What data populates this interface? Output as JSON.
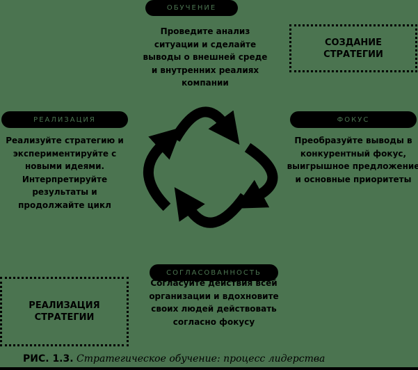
{
  "stages": {
    "learning": {
      "label": "ОБУЧЕНИЕ",
      "text": "Проведите анализ ситуации и сделайте выводы о внешней среде и внутренних реалиях компании"
    },
    "focus": {
      "label": "ФОКУС",
      "text": "Преобразуйте выводы в конкурентный фокус, выигрышное предложение и основные приоритеты"
    },
    "alignment": {
      "label": "СОГЛАСОВАННОСТЬ",
      "text": "Согласуйте действия всей организации и вдохновите своих людей действовать согласно фокусу"
    },
    "execution": {
      "label": "РЕАЛИЗАЦИЯ",
      "text": "Реализуйте стратегию и экспериментируйте с новыми идеями. Интерпретируйте результаты и продолжайте цикл"
    }
  },
  "boxes": {
    "creation": "СОЗДАНИЕ\nСТРАТЕГИИ",
    "implementation": "РЕАЛИЗАЦИЯ\nСТРАТЕГИИ"
  },
  "caption": {
    "number": "РИС. 1.3.",
    "title": "Стратегическое обучение: процесс лидерства"
  }
}
